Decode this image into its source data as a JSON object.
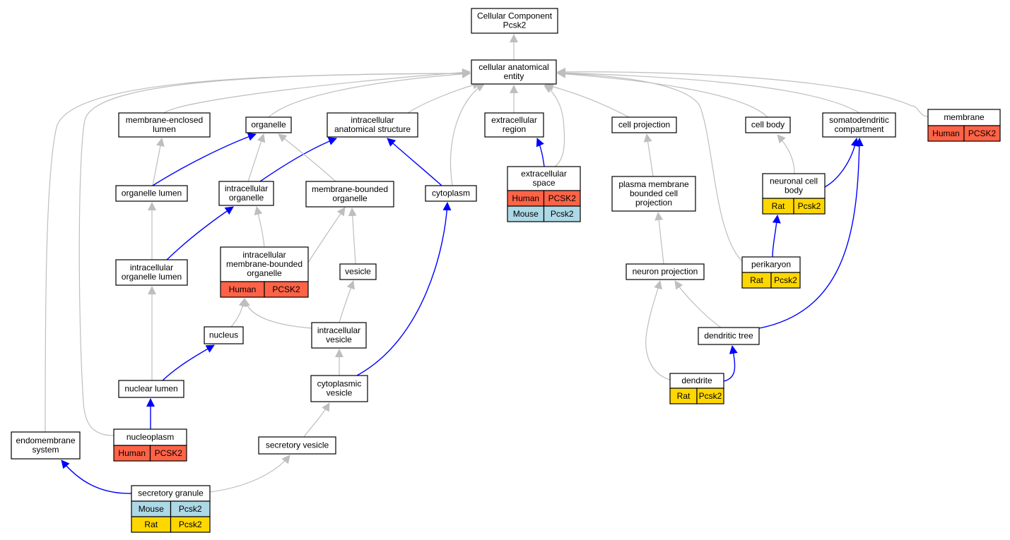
{
  "colors": {
    "Human": "#FF6347",
    "Mouse": "#ADD8E6",
    "Rat": "#FFD700",
    "edge_gray": "#BEBEBE",
    "edge_blue": "#0000FF"
  },
  "nodes": [
    {
      "id": "root",
      "lines": [
        "Cellular Component",
        "Pcsk2"
      ]
    },
    {
      "id": "cae",
      "lines": [
        "cellular anatomical",
        "entity"
      ]
    },
    {
      "id": "mel",
      "lines": [
        "membrane-enclosed",
        "lumen"
      ]
    },
    {
      "id": "organelle",
      "lines": [
        "organelle"
      ]
    },
    {
      "id": "ias",
      "lines": [
        "intracellular",
        "anatomical structure"
      ]
    },
    {
      "id": "extreg",
      "lines": [
        "extracellular",
        "region"
      ]
    },
    {
      "id": "cellproj",
      "lines": [
        "cell projection"
      ]
    },
    {
      "id": "cellbody",
      "lines": [
        "cell body"
      ]
    },
    {
      "id": "somato",
      "lines": [
        "somatodendritic",
        "compartment"
      ]
    },
    {
      "id": "membrane",
      "lines": [
        "membrane"
      ],
      "species": [
        {
          "species": "Human",
          "gene": "PCSK2"
        }
      ]
    },
    {
      "id": "orglumen",
      "lines": [
        "organelle lumen"
      ]
    },
    {
      "id": "intorg",
      "lines": [
        "intracellular",
        "organelle"
      ]
    },
    {
      "id": "mbo",
      "lines": [
        "membrane-bounded",
        "organelle"
      ]
    },
    {
      "id": "cytoplasm",
      "lines": [
        "cytoplasm"
      ]
    },
    {
      "id": "extspace",
      "lines": [
        "extracellular",
        "space"
      ],
      "species": [
        {
          "species": "Human",
          "gene": "PCSK2"
        },
        {
          "species": "Mouse",
          "gene": "Pcsk2"
        }
      ]
    },
    {
      "id": "pmbcp",
      "lines": [
        "plasma membrane",
        "bounded cell",
        "projection"
      ]
    },
    {
      "id": "ncb",
      "lines": [
        "neuronal cell",
        "body"
      ],
      "species": [
        {
          "species": "Rat",
          "gene": "Pcsk2"
        }
      ]
    },
    {
      "id": "iol",
      "lines": [
        "intracellular",
        "organelle lumen"
      ]
    },
    {
      "id": "imbo",
      "lines": [
        "intracellular",
        "membrane-bounded",
        "organelle"
      ],
      "species": [
        {
          "species": "Human",
          "gene": "PCSK2"
        }
      ]
    },
    {
      "id": "vesicle",
      "lines": [
        "vesicle"
      ]
    },
    {
      "id": "neuproj",
      "lines": [
        "neuron projection"
      ]
    },
    {
      "id": "perikaryon",
      "lines": [
        "perikaryon"
      ],
      "species": [
        {
          "species": "Rat",
          "gene": "Pcsk2"
        }
      ]
    },
    {
      "id": "nucleus",
      "lines": [
        "nucleus"
      ]
    },
    {
      "id": "intves",
      "lines": [
        "intracellular",
        "vesicle"
      ]
    },
    {
      "id": "dendtree",
      "lines": [
        "dendritic tree"
      ]
    },
    {
      "id": "nuclumen",
      "lines": [
        "nuclear lumen"
      ]
    },
    {
      "id": "cytves",
      "lines": [
        "cytoplasmic",
        "vesicle"
      ]
    },
    {
      "id": "dendrite",
      "lines": [
        "dendrite"
      ],
      "species": [
        {
          "species": "Rat",
          "gene": "Pcsk2"
        }
      ]
    },
    {
      "id": "endosys",
      "lines": [
        "endomembrane",
        "system"
      ]
    },
    {
      "id": "nucleoplasm",
      "lines": [
        "nucleoplasm"
      ],
      "species": [
        {
          "species": "Human",
          "gene": "PCSK2"
        }
      ]
    },
    {
      "id": "secves",
      "lines": [
        "secretory vesicle"
      ]
    },
    {
      "id": "secgran",
      "lines": [
        "secretory granule"
      ],
      "species": [
        {
          "species": "Mouse",
          "gene": "Pcsk2"
        },
        {
          "species": "Rat",
          "gene": "Pcsk2"
        }
      ]
    }
  ],
  "edges": [
    {
      "from": "cae",
      "to": "root",
      "kind": "is_a"
    },
    {
      "from": "mel",
      "to": "cae",
      "kind": "is_a"
    },
    {
      "from": "organelle",
      "to": "cae",
      "kind": "is_a"
    },
    {
      "from": "ias",
      "to": "cae",
      "kind": "is_a"
    },
    {
      "from": "extreg",
      "to": "cae",
      "kind": "is_a"
    },
    {
      "from": "cellproj",
      "to": "cae",
      "kind": "is_a"
    },
    {
      "from": "cellbody",
      "to": "cae",
      "kind": "is_a"
    },
    {
      "from": "somato",
      "to": "cae",
      "kind": "is_a"
    },
    {
      "from": "membrane",
      "to": "cae",
      "kind": "is_a"
    },
    {
      "from": "cytoplasm",
      "to": "cae",
      "kind": "is_a"
    },
    {
      "from": "extspace",
      "to": "cae",
      "kind": "is_a"
    },
    {
      "from": "perikaryon",
      "to": "cae",
      "kind": "is_a"
    },
    {
      "from": "endosys",
      "to": "cae",
      "kind": "is_a"
    },
    {
      "from": "nucleoplasm",
      "to": "cae",
      "kind": "is_a"
    },
    {
      "from": "orglumen",
      "to": "mel",
      "kind": "is_a"
    },
    {
      "from": "orglumen",
      "to": "organelle",
      "kind": "part_of"
    },
    {
      "from": "intorg",
      "to": "organelle",
      "kind": "is_a"
    },
    {
      "from": "intorg",
      "to": "ias",
      "kind": "part_of"
    },
    {
      "from": "mbo",
      "to": "organelle",
      "kind": "is_a"
    },
    {
      "from": "cytoplasm",
      "to": "ias",
      "kind": "part_of"
    },
    {
      "from": "extspace",
      "to": "extreg",
      "kind": "part_of"
    },
    {
      "from": "pmbcp",
      "to": "cellproj",
      "kind": "is_a"
    },
    {
      "from": "ncb",
      "to": "cellbody",
      "kind": "is_a"
    },
    {
      "from": "ncb",
      "to": "somato",
      "kind": "part_of"
    },
    {
      "from": "iol",
      "to": "orglumen",
      "kind": "is_a"
    },
    {
      "from": "iol",
      "to": "intorg",
      "kind": "part_of"
    },
    {
      "from": "imbo",
      "to": "intorg",
      "kind": "is_a"
    },
    {
      "from": "imbo",
      "to": "mbo",
      "kind": "is_a"
    },
    {
      "from": "vesicle",
      "to": "mbo",
      "kind": "is_a"
    },
    {
      "from": "neuproj",
      "to": "pmbcp",
      "kind": "is_a"
    },
    {
      "from": "perikaryon",
      "to": "ncb",
      "kind": "part_of"
    },
    {
      "from": "nucleus",
      "to": "imbo",
      "kind": "is_a"
    },
    {
      "from": "intves",
      "to": "imbo",
      "kind": "is_a"
    },
    {
      "from": "intves",
      "to": "vesicle",
      "kind": "is_a"
    },
    {
      "from": "dendtree",
      "to": "neuproj",
      "kind": "is_a"
    },
    {
      "from": "dendtree",
      "to": "somato",
      "kind": "part_of"
    },
    {
      "from": "nuclumen",
      "to": "iol",
      "kind": "is_a"
    },
    {
      "from": "nuclumen",
      "to": "nucleus",
      "kind": "part_of"
    },
    {
      "from": "cytves",
      "to": "intves",
      "kind": "is_a"
    },
    {
      "from": "cytves",
      "to": "cytoplasm",
      "kind": "part_of"
    },
    {
      "from": "dendrite",
      "to": "neuproj",
      "kind": "is_a"
    },
    {
      "from": "dendrite",
      "to": "dendtree",
      "kind": "part_of"
    },
    {
      "from": "nucleoplasm",
      "to": "nuclumen",
      "kind": "part_of"
    },
    {
      "from": "secves",
      "to": "cytves",
      "kind": "is_a"
    },
    {
      "from": "secgran",
      "to": "secves",
      "kind": "is_a"
    },
    {
      "from": "secgran",
      "to": "endosys",
      "kind": "part_of"
    }
  ]
}
